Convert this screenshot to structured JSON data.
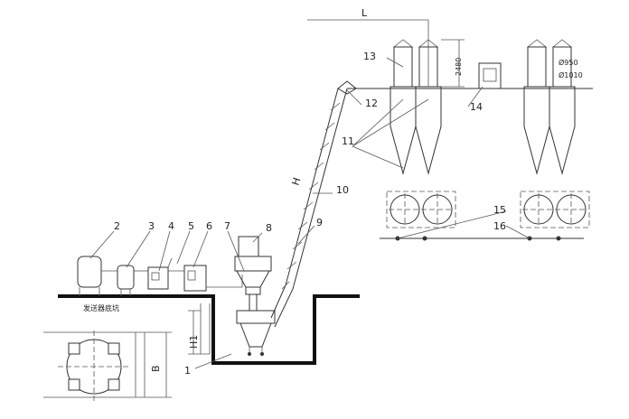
{
  "labels": {
    "n1": "1",
    "n2": "2",
    "n3": "3",
    "n4": "4",
    "n5": "5",
    "n6": "6",
    "n7": "7",
    "n8": "8",
    "n9": "9",
    "n10": "10",
    "n11": "11",
    "n12": "12",
    "n13": "13",
    "n14": "14",
    "n15": "15",
    "n16": "16"
  },
  "dimensions": {
    "L": "L",
    "H": "H",
    "H1": "H1",
    "B": "B",
    "height_2480": "2480",
    "dia_950": "Ø950",
    "dia_1010": "Ø1010"
  },
  "pit_label": "发送器底坑"
}
